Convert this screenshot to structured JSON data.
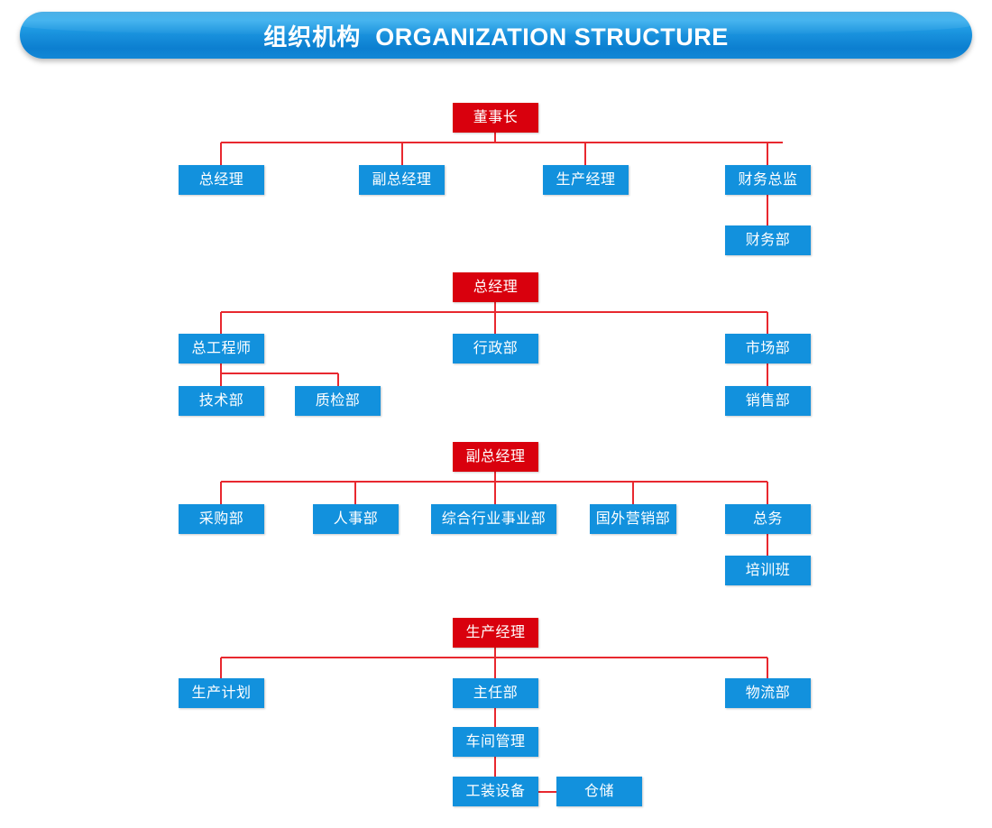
{
  "header": {
    "title_cn": "组织机构",
    "title_en": "ORGANIZATION STRUCTURE"
  },
  "colors": {
    "root_box": "#d9000d",
    "node_box": "#1291dd",
    "connector": "#e8282f",
    "banner": "#1890dc",
    "text": "#ffffff",
    "background": "#ffffff"
  },
  "chart_data": {
    "type": "diagram",
    "title": "组织机构 ORGANIZATION STRUCTURE",
    "sections": [
      {
        "root": "董事长",
        "children": [
          "总经理",
          "副总经理",
          "生产经理",
          "财务总监"
        ],
        "subchildren": [
          {
            "parent": "财务总监",
            "items": [
              "财务部"
            ]
          }
        ]
      },
      {
        "root": "总经理",
        "children": [
          "总工程师",
          "行政部",
          "市场部"
        ],
        "subchildren": [
          {
            "parent": "总工程师",
            "items": [
              "技术部",
              "质检部"
            ]
          },
          {
            "parent": "市场部",
            "items": [
              "销售部"
            ]
          }
        ]
      },
      {
        "root": "副总经理",
        "children": [
          "采购部",
          "人事部",
          "综合行业事业部",
          "国外营销部",
          "总务"
        ],
        "subchildren": [
          {
            "parent": "总务",
            "items": [
              "培训班"
            ]
          }
        ]
      },
      {
        "root": "生产经理",
        "children": [
          "生产计划",
          "主任部",
          "物流部"
        ],
        "subchildren": [
          {
            "parent": "主任部",
            "items": [
              "车间管理"
            ]
          },
          {
            "parent": "车间管理",
            "items": [
              "工装设备"
            ]
          },
          {
            "parent": "工装设备",
            "items": [
              "仓储"
            ]
          }
        ]
      }
    ]
  },
  "nodes": {
    "s1_root": "董事长",
    "s1_c1": "总经理",
    "s1_c2": "副总经理",
    "s1_c3": "生产经理",
    "s1_c4": "财务总监",
    "s1_c4_1": "财务部",
    "s2_root": "总经理",
    "s2_c1": "总工程师",
    "s2_c2": "行政部",
    "s2_c3": "市场部",
    "s2_c1_1": "技术部",
    "s2_c1_2": "质检部",
    "s2_c3_1": "销售部",
    "s3_root": "副总经理",
    "s3_c1": "采购部",
    "s3_c2": "人事部",
    "s3_c3": "综合行业事业部",
    "s3_c4": "国外营销部",
    "s3_c5": "总务",
    "s3_c5_1": "培训班",
    "s4_root": "生产经理",
    "s4_c1": "生产计划",
    "s4_c2": "主任部",
    "s4_c3": "物流部",
    "s4_c2_1": "车间管理",
    "s4_c2_2": "工装设备",
    "s4_c2_3": "仓储"
  }
}
